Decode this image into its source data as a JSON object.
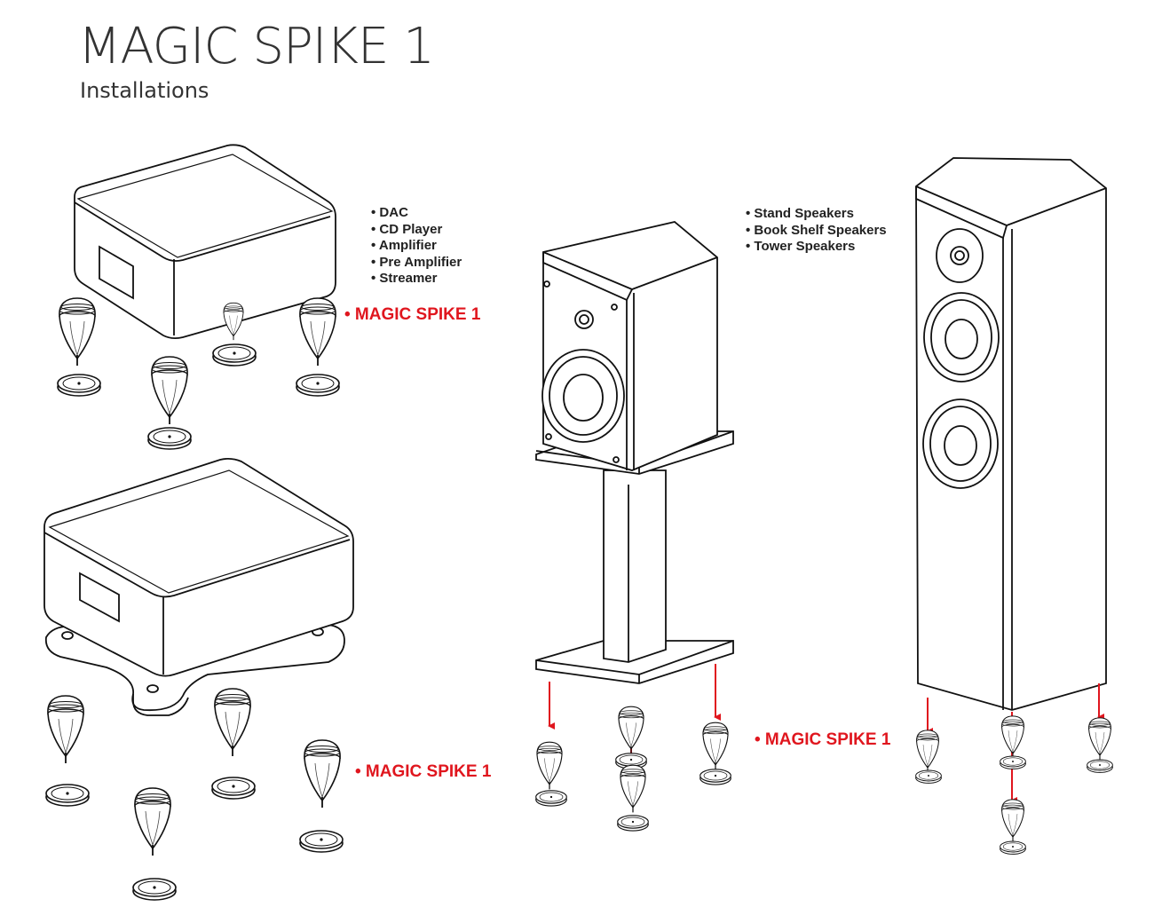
{
  "header": {
    "title": "MAGIC SPIKE 1",
    "subtitle": "Installations"
  },
  "lists": {
    "components": [
      "DAC",
      "CD Player",
      "Amplifier",
      "Pre Amplifier",
      "Streamer"
    ],
    "speakers": [
      "Stand Speakers",
      "Book Shelf Speakers",
      "Tower Speakers"
    ]
  },
  "labels": {
    "spike_top": "• MAGIC SPIKE 1",
    "spike_bottom": "• MAGIC SPIKE 1",
    "spike_speakers": "• MAGIC SPIKE 1"
  },
  "colors": {
    "accent": "#e0161e",
    "line": "#111111"
  }
}
